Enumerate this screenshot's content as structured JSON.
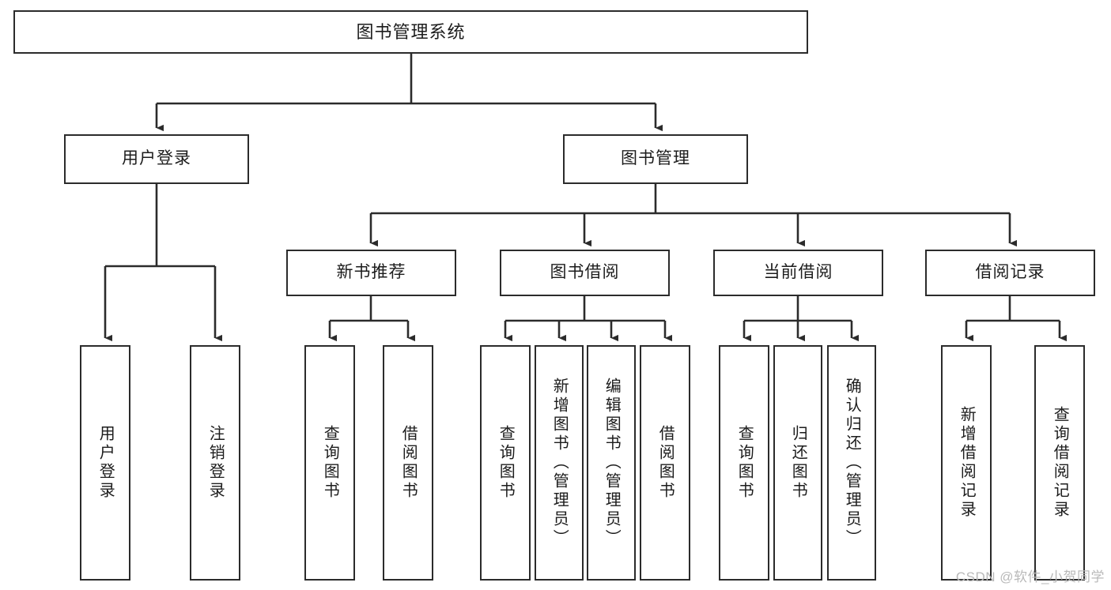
{
  "diagram": {
    "type": "tree-hierarchy-diagram",
    "title": "图书管理系统",
    "orientation": "top-down",
    "colors": {
      "node_border": "#2b2b2b",
      "node_fill": "#ffffff",
      "edge": "#2b2b2b",
      "canvas": "#ffffff",
      "watermark": "#b9b9b9"
    },
    "levels": 4
  },
  "root": {
    "label": "图书管理系统"
  },
  "level2": [
    {
      "label": "用户登录"
    },
    {
      "label": "图书管理"
    }
  ],
  "level3": [
    {
      "label": "新书推荐"
    },
    {
      "label": "图书借阅"
    },
    {
      "label": "当前借阅"
    },
    {
      "label": "借阅记录"
    }
  ],
  "leaves": {
    "user_login": [
      {
        "label": "用户登录"
      },
      {
        "label": "注销登录"
      }
    ],
    "new_book_recommend": [
      {
        "label": "查询图书"
      },
      {
        "label": "借阅图书"
      }
    ],
    "book_borrow": [
      {
        "label": "查询图书"
      },
      {
        "label": "新增图书（管理员）"
      },
      {
        "label": "编辑图书（管理员）"
      },
      {
        "label": "借阅图书"
      }
    ],
    "current_borrow": [
      {
        "label": "查询图书"
      },
      {
        "label": "归还图书"
      },
      {
        "label": "确认归还（管理员）"
      }
    ],
    "borrow_record": [
      {
        "label": "新增借阅记录"
      },
      {
        "label": "查询借阅记录"
      }
    ]
  },
  "watermark": {
    "text": "CSDN @软件_小贺同学"
  }
}
